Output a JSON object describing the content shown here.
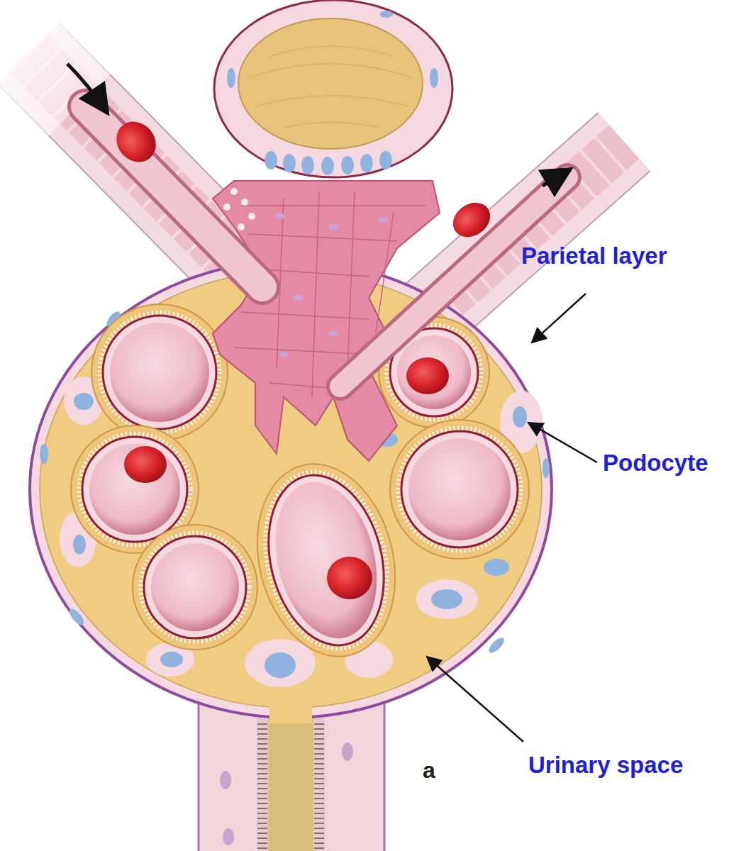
{
  "diagram": {
    "labels": [
      "Parietal layer",
      "Podocyte",
      "Urinary space",
      "a"
    ]
  }
}
